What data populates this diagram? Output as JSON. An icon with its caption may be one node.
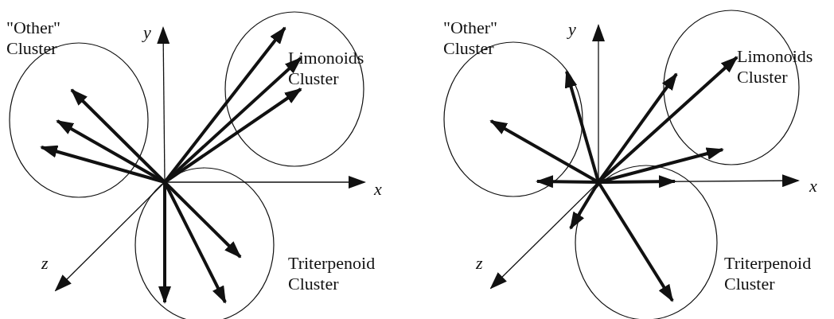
{
  "diagram": {
    "labels": [
      "\"Other\" Cluster",
      "y",
      "Limonoids Cluster",
      "x",
      "z",
      "Triterpenoid Cluster",
      "\"Other\" Cluster",
      "y",
      "Limonoids Cluster",
      "x",
      "z",
      "Triterpenoid Cluster"
    ]
  }
}
